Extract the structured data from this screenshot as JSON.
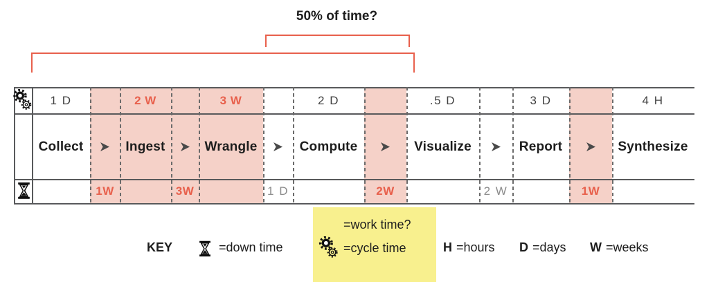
{
  "annotations": {
    "fifty_percent_label": "50% of time?"
  },
  "pipeline": {
    "row_icons": {
      "top_row": "gears-cycle-time-icon",
      "bottom_row": "hourglass-down-time-icon"
    },
    "stages": [
      {
        "name": "Collect",
        "cycle_time": "1 D",
        "cycle_highlighted": false
      },
      {
        "name": "Ingest",
        "cycle_time": "2 W",
        "cycle_highlighted": true
      },
      {
        "name": "Wrangle",
        "cycle_time": "3 W",
        "cycle_highlighted": true
      },
      {
        "name": "Compute",
        "cycle_time": "2 D",
        "cycle_highlighted": false
      },
      {
        "name": "Visualize",
        "cycle_time": ".5 D",
        "cycle_highlighted": false
      },
      {
        "name": "Report",
        "cycle_time": "3 D",
        "cycle_highlighted": false
      },
      {
        "name": "Synthesize",
        "cycle_time": "4 H",
        "cycle_highlighted": false
      }
    ],
    "transitions": [
      {
        "down_time": "1W",
        "highlighted": true
      },
      {
        "down_time": "3W",
        "highlighted": true
      },
      {
        "down_time": "1 D",
        "highlighted": false
      },
      {
        "down_time": "2W",
        "highlighted": true
      },
      {
        "down_time": "2 W",
        "highlighted": false
      },
      {
        "down_time": "1W",
        "highlighted": true
      }
    ]
  },
  "legend": {
    "title": "KEY",
    "down_time_label": "=down time",
    "work_time_label": "=work time?",
    "cycle_time_label": "=cycle time",
    "hours_abbr": "H",
    "hours_label": "=hours",
    "days_abbr": "D",
    "days_label": "=days",
    "weeks_abbr": "W",
    "weeks_label": "=weeks"
  },
  "colors": {
    "accent": "#E8604C",
    "highlight_fill": "#F5D1C8",
    "note_fill": "#F8F08E",
    "grid_line": "#58595B",
    "muted_text": "#8C8C8C"
  }
}
